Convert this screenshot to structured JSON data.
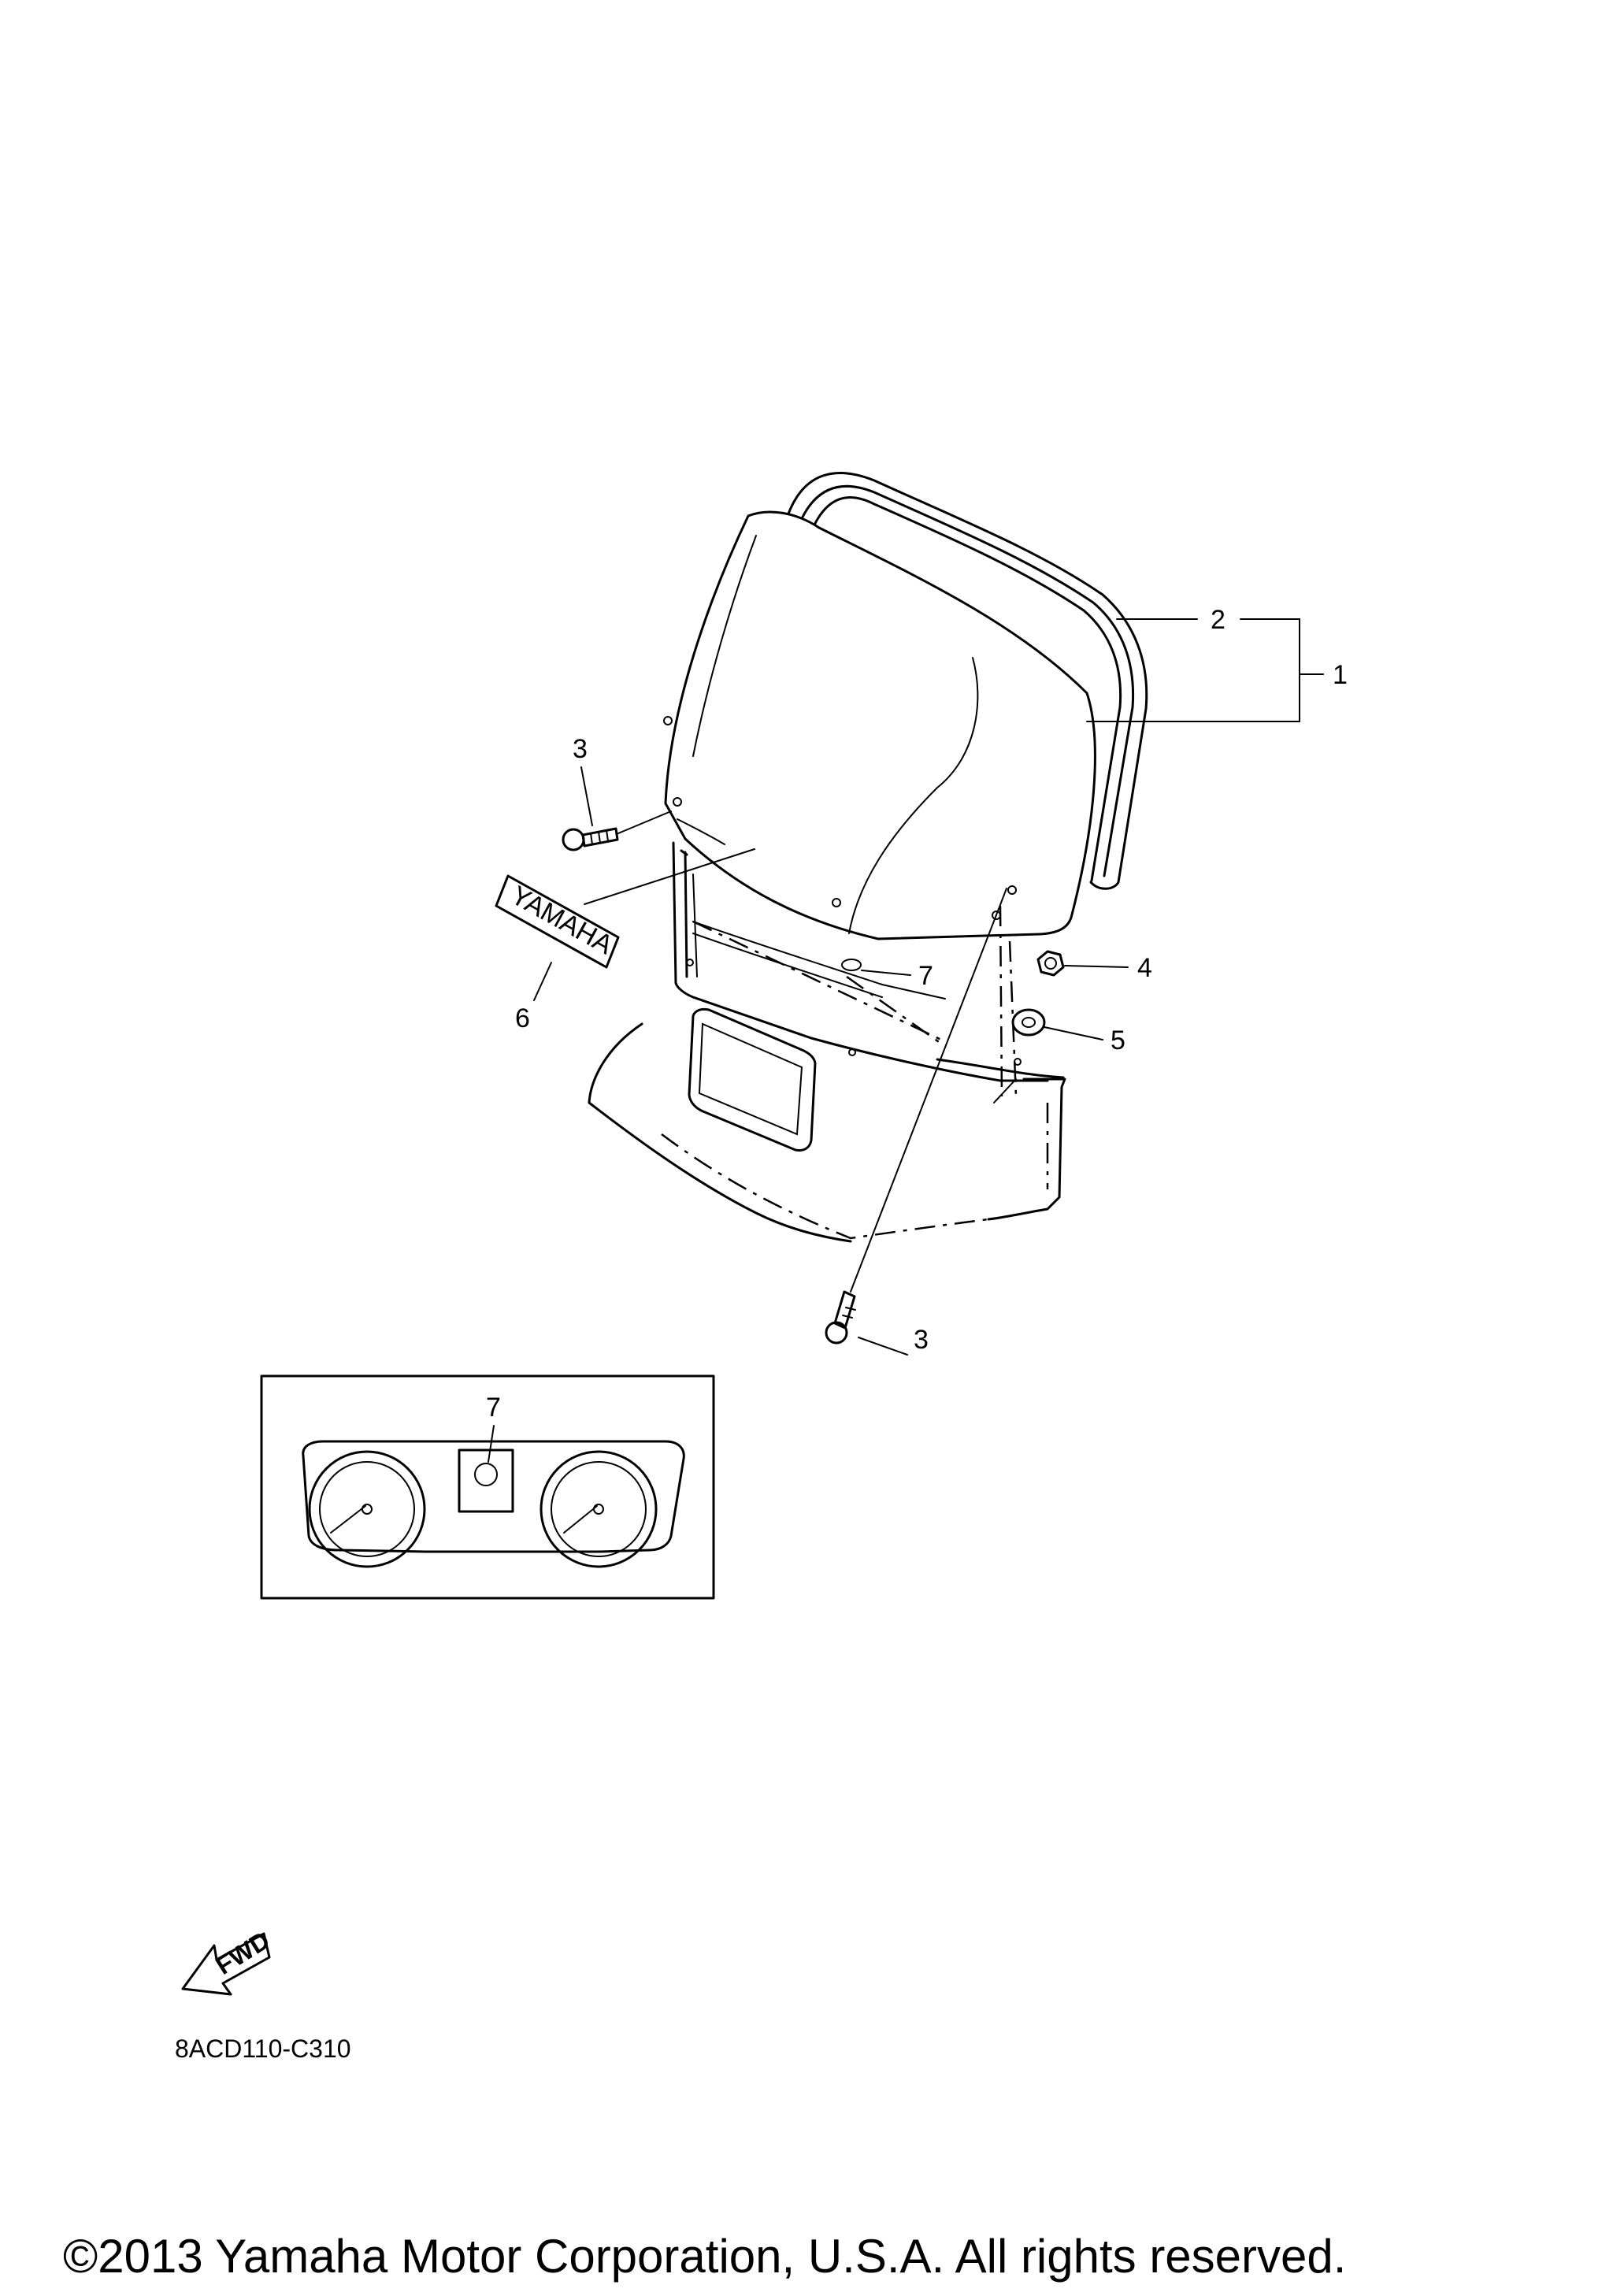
{
  "callouts": {
    "c1": "1",
    "c2": "2",
    "c3_top": "3",
    "c3_bottom": "3",
    "c4": "4",
    "c5": "5",
    "c6": "6",
    "c7_main": "7",
    "c7_inset": "7"
  },
  "emblem_text": "YAMAHA",
  "fwd_label": "FWD",
  "diagram_code": "8ACD110-C310",
  "copyright": "©2013 Yamaha Motor Corporation, U.S.A. All rights reserved."
}
